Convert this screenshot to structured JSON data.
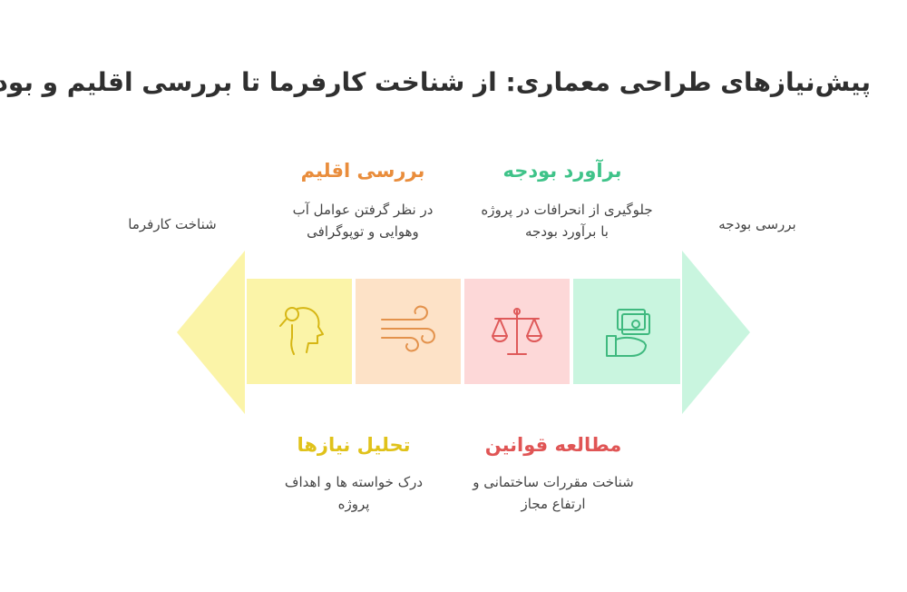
{
  "title": "پیش‌نیازهای طراحی معماری: از شناخت کارفرما تا بررسی اقلیم و بودجه",
  "ends": {
    "left_label": "شناخت کارفرما",
    "right_label": "بررسی بودجه"
  },
  "colors": {
    "yellow": "#fbf4a8",
    "orange": "#fde2c7",
    "red": "#fdd8d8",
    "green": "#c9f5df",
    "yellow_heading": "#e0c21a",
    "orange_heading": "#e98d3c",
    "red_heading": "#e05555",
    "green_heading": "#3fc389",
    "yellow_icon": "#d6b614",
    "orange_icon": "#e3924c",
    "red_icon": "#df5a5a",
    "green_icon": "#3fb97f"
  },
  "steps": [
    {
      "heading": "تحلیل نیازها",
      "description": "درک خواسته ها و اهداف پروژه",
      "icon": "person-search-icon",
      "position": "bottom"
    },
    {
      "heading": "بررسی اقلیم",
      "description": "در نظر گرفتن عوامل آب وهوایی و توپوگرافی",
      "icon": "wind-icon",
      "position": "top"
    },
    {
      "heading": "مطالعه قوانین",
      "description": "شناخت مقررات ساختمانی و ارتفاع مجاز",
      "icon": "scales-icon",
      "position": "bottom"
    },
    {
      "heading": "برآورد بودجه",
      "description": "جلوگیری از انحرافات در پروژه با برآورد بودجه",
      "icon": "money-hand-icon",
      "position": "top"
    }
  ]
}
